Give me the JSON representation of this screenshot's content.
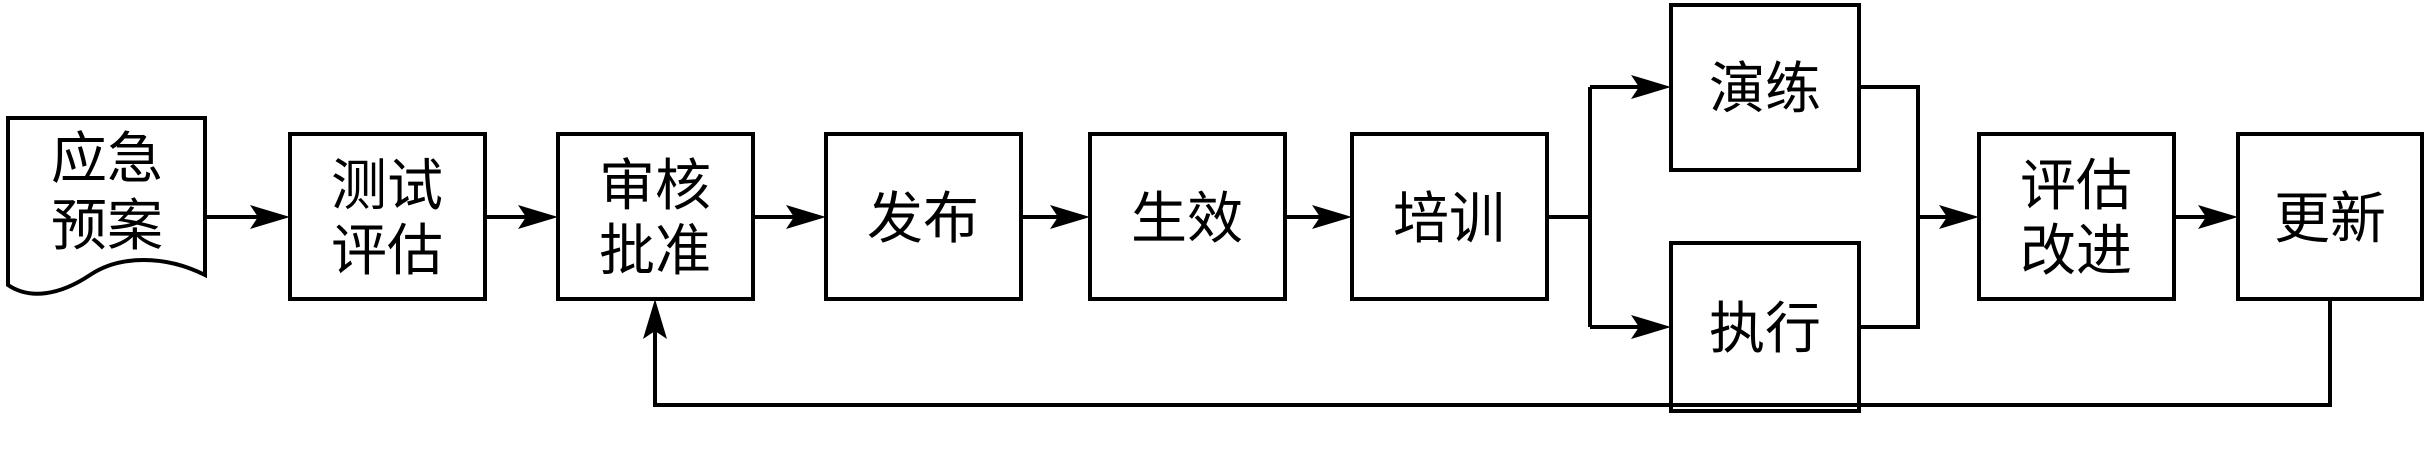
{
  "nodes": {
    "plan": {
      "line1": "应急",
      "line2": "预案"
    },
    "test": {
      "line1": "测试",
      "line2": "评估"
    },
    "approve": {
      "line1": "审核",
      "line2": "批准"
    },
    "publish": {
      "label": "发布"
    },
    "effective": {
      "label": "生效"
    },
    "training": {
      "label": "培训"
    },
    "drill": {
      "label": "演练"
    },
    "execute": {
      "label": "执行"
    },
    "evaluate": {
      "line1": "评估",
      "line2": "改进"
    },
    "update": {
      "label": "更新"
    }
  }
}
